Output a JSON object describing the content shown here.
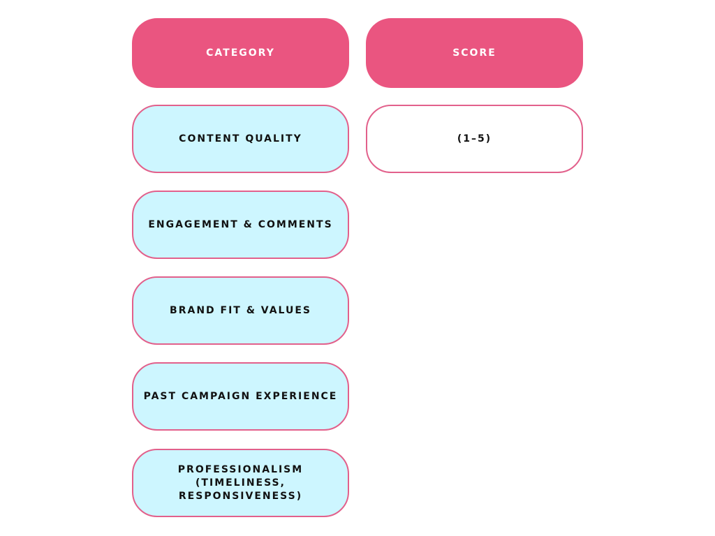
{
  "colors": {
    "accent": "#ea5580",
    "border": "#e2608b",
    "row_fill": "#cdf6ff"
  },
  "headers": {
    "category": "CATEGORY",
    "score": "SCORE"
  },
  "rows": [
    {
      "category": "CONTENT QUALITY",
      "score": "(1–5)"
    },
    {
      "category": "ENGAGEMENT & COMMENTS"
    },
    {
      "category": "BRAND FIT & VALUES"
    },
    {
      "category": "PAST CAMPAIGN EXPERIENCE"
    },
    {
      "category": "PROFESSIONALISM (TIMELINESS, RESPONSIVENESS)"
    }
  ]
}
